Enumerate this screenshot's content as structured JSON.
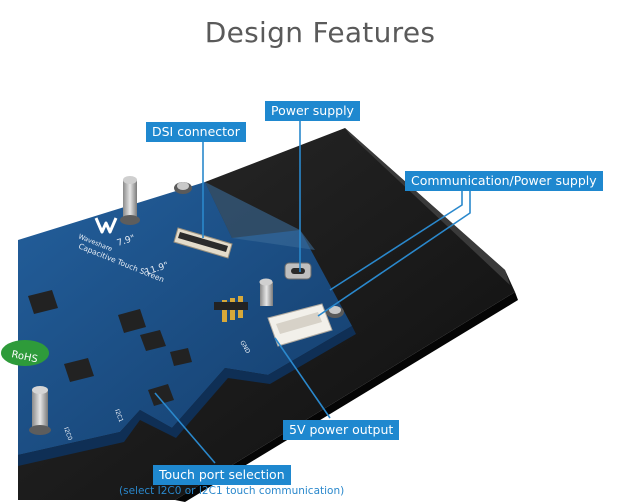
{
  "title": "Design Features",
  "callouts": {
    "power_supply": "Power supply",
    "dsi_connector": "DSI connector",
    "comm_power": "Communication/Power supply",
    "v5_output": "5V power output",
    "touch_port": "Touch port selection",
    "touch_port_note": "(select I2C0 or I2C1 touch communication)"
  },
  "board_print": {
    "brand": "Waveshare",
    "product": "Capacitive Touch Screen",
    "size_a": "7.9\"",
    "size_b": "11.9\"",
    "rohs": "RoHS",
    "gnd": "GND",
    "i2c1": "I2C1",
    "i2c0": "I2C0"
  },
  "colors": {
    "callout": "#1f88cf",
    "board": "#1a4f86",
    "panel": "#141414"
  }
}
